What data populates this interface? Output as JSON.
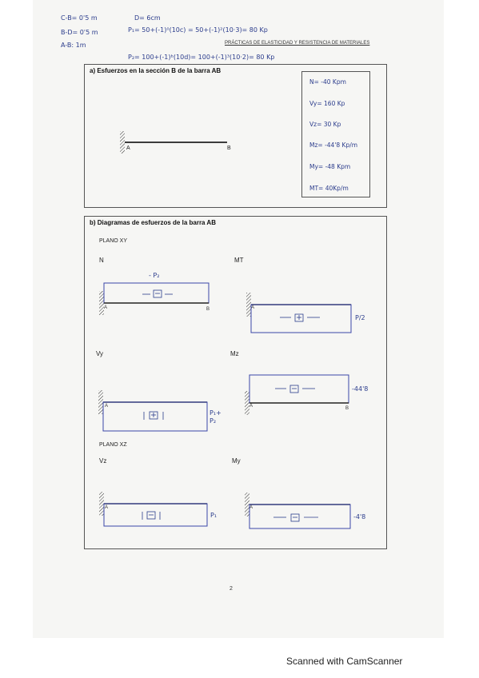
{
  "header": {
    "course": "PRÁCTICAS DE ELASTICIDAD Y RESISTENCIA DE MATERIALES"
  },
  "handwritten": {
    "cb": "C-B= 0'5 m",
    "bd": "B-D= 0'5 m",
    "ab": "A-B: 1m",
    "d": "D= 6cm",
    "p1": "P₁= 50+(-1)⁰(10c) = 50+(-1)²(10·3)= 80 Kp",
    "p2": "P₂= 100+(-1)ᵇ(10d)= 100+(-1)³(10·2)= 80 Kp"
  },
  "section_a": {
    "title": "a) Esfuerzos en la sección B de la barra AB",
    "label_a": "A",
    "label_b": "B",
    "results": [
      "N= -40 Kpm",
      "Vy= 160 Kp",
      "Vz= 30 Kp",
      "Mz= -44'8 Kp/m",
      "My= -48 Kpm",
      "MT= 40Kp/m"
    ]
  },
  "section_b": {
    "title": "b) Diagramas de esfuerzos de la barra AB",
    "plane_xy": "PLANO XY",
    "plane_xz": "PLANO XZ",
    "n": {
      "label": "N",
      "value": "- P₂"
    },
    "mt": {
      "label": "MT",
      "value": "P/2"
    },
    "vy": {
      "label": "Vy",
      "value_line1": "P₁+",
      "value_line2": "P₂"
    },
    "mz": {
      "label": "Mz",
      "value": "-44'8"
    },
    "vz": {
      "label": "Vz",
      "value": "P₁"
    },
    "my": {
      "label": "My",
      "value": "-4'8"
    },
    "label_a": "A",
    "label_b": "B"
  },
  "page_number": "2",
  "footer": "Scanned with CamScanner"
}
